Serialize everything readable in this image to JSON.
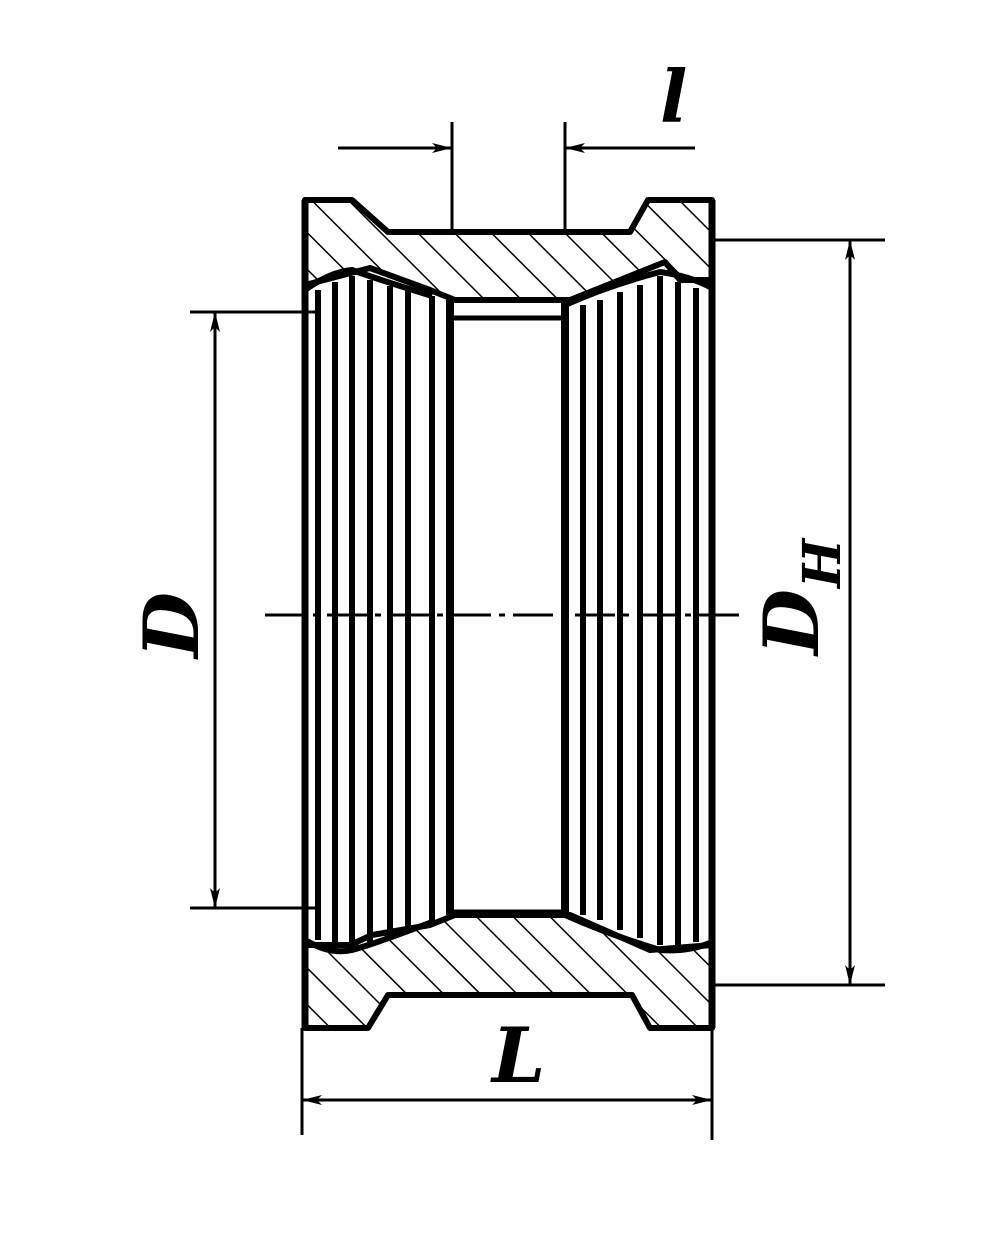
{
  "labels": {
    "length_total": "L",
    "length_thread": "l",
    "inner_diameter": "D",
    "outer_diameter_main": "D",
    "outer_diameter_sub": "H"
  },
  "colors": {
    "ink": "#000000",
    "paper": "#ffffff"
  }
}
